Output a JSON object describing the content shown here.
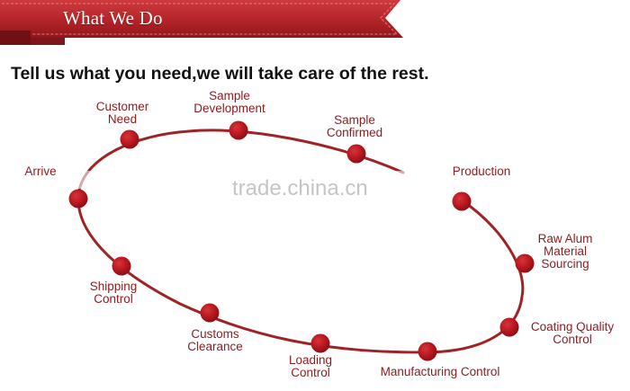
{
  "header": {
    "title": "What We Do"
  },
  "tagline": "Tell us what you need,we will take care of the rest.",
  "watermark": "trade.china.cn",
  "colors": {
    "banner": "#b82a2e",
    "banner_dark": "#7a1418",
    "ring": "#9e2327",
    "node": "#b3161d",
    "label": "#8e1b1e"
  },
  "process": {
    "steps": [
      {
        "lines": [
          "Customer",
          "Need"
        ]
      },
      {
        "lines": [
          "Sample",
          "Development"
        ]
      },
      {
        "lines": [
          "Sample",
          "Confirmed"
        ]
      },
      {
        "lines": [
          "Production"
        ]
      },
      {
        "lines": [
          "Raw Alum",
          "Material",
          "Sourcing"
        ]
      },
      {
        "lines": [
          "Coating Quality",
          "Control"
        ]
      },
      {
        "lines": [
          "Manufacturing Control"
        ]
      },
      {
        "lines": [
          "Loading",
          "Control"
        ]
      },
      {
        "lines": [
          "Customs",
          "Clearance"
        ]
      },
      {
        "lines": [
          "Shipping",
          "Control"
        ]
      },
      {
        "lines": [
          "Arrive"
        ]
      }
    ]
  }
}
